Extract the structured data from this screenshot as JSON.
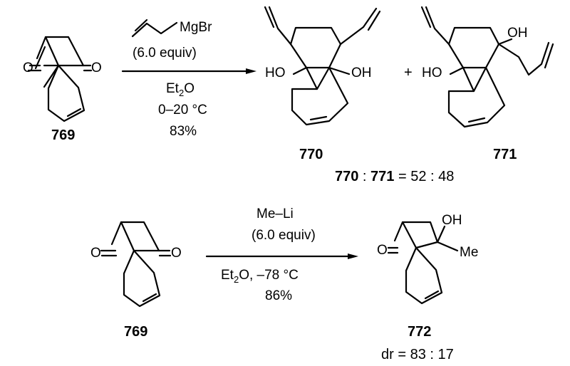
{
  "reaction1": {
    "reactant": {
      "compound_number": "769",
      "oxygen_left": "O",
      "oxygen_right": "O"
    },
    "reagent": "MgBr",
    "equiv": "(6.0 equiv)",
    "solvent_main": "Et",
    "solvent_sub": "2",
    "solvent_tail": "O",
    "temperature": "0–20 °C",
    "yield": "83%",
    "product_a": {
      "compound_number": "770",
      "ho_left": "HO",
      "oh_right": "OH"
    },
    "plus": "+",
    "product_b": {
      "compound_number": "771",
      "ho_left": "HO",
      "oh_top": "OH"
    },
    "ratio": {
      "a": "770",
      "sep1": " : ",
      "b": "771",
      "rest": " = 52 : 48"
    }
  },
  "reaction2": {
    "reactant": {
      "compound_number": "769",
      "oxygen_left": "O",
      "oxygen_right": "O"
    },
    "reagent": "Me–Li",
    "equiv": "(6.0 equiv)",
    "solvent_main": "Et",
    "solvent_sub": "2",
    "solvent_tail": "O, –78 °C",
    "yield": "86%",
    "product": {
      "compound_number": "772",
      "oxygen_ketone": "O",
      "oh": "OH",
      "methyl": "Me"
    },
    "dr": "dr = 83 : 17"
  }
}
